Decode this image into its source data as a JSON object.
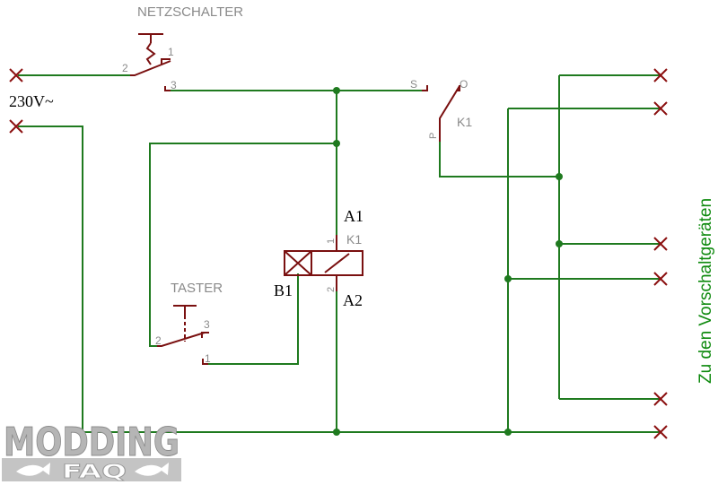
{
  "labels": {
    "netzschalter": "NETZSCHALTER",
    "taster": "TASTER",
    "voltage": "230V~",
    "k1_contact": "K1",
    "k1_coil": "K1",
    "a1": "A1",
    "a2": "A2",
    "b1": "B1",
    "side_text": "Zu den Vorschaltgeräten"
  },
  "pins": {
    "ns_1": "1",
    "ns_2": "2",
    "ns_3": "3",
    "ta_1": "1",
    "ta_2": "2",
    "ta_3": "3",
    "k1_s": "S",
    "k1_o": "O",
    "k1_p": "P",
    "coil_1": "1",
    "coil_2": "2"
  },
  "logo": {
    "line1": "MODDING",
    "line2": "FAQ"
  },
  "colors": {
    "wire": "#1f7a1f",
    "component": "#7a1010",
    "terminal_x": "#8b1010",
    "side_text": "#0f8a0f"
  }
}
